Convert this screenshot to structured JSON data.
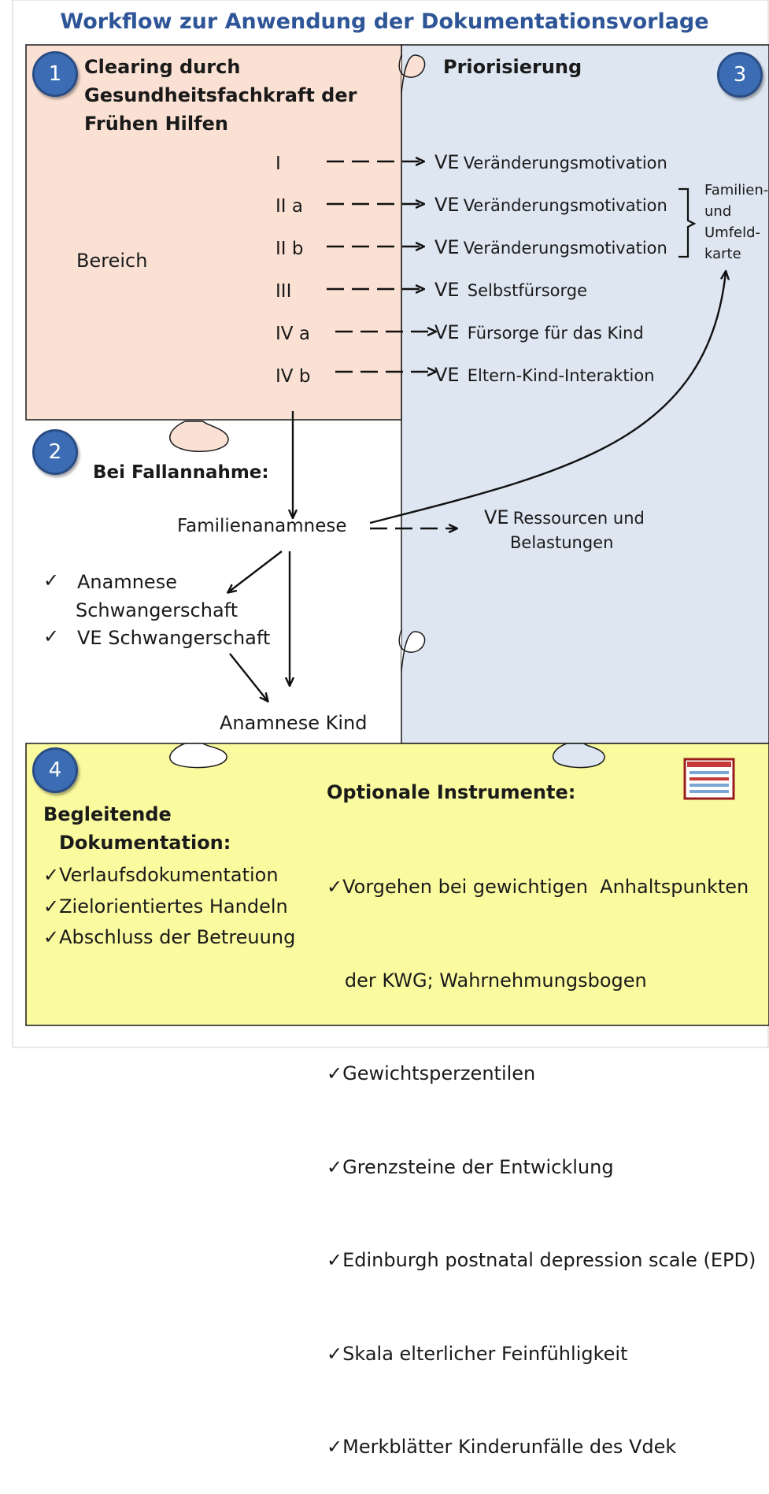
{
  "title": "Workflow zur Anwendung der Dokumentationsvorlage",
  "colors": {
    "panel1": "#fbe1d3",
    "panel3": "#dde6f1",
    "panel4": "#fafa9f",
    "badge": "#3c6db4",
    "title": "#2e5597"
  },
  "section1": {
    "number": "1",
    "heading": [
      "Clearing durch",
      "Gesundheitsfachkraft der",
      "Frühen Hilfen"
    ],
    "bereich_label": "Bereich",
    "areas": [
      "I",
      "II a",
      "II b",
      "III",
      "IV a",
      "IV b"
    ]
  },
  "section3": {
    "number": "3",
    "heading": "Priorisierung",
    "ve": [
      {
        "prefix": "VE",
        "label": "Veränderungsmotivation"
      },
      {
        "prefix": "VE",
        "label": "Veränderungsmotivation"
      },
      {
        "prefix": "VE",
        "label": "Veränderungsmotivation"
      },
      {
        "prefix": "VE",
        "label": "Selbstfürsorge"
      },
      {
        "prefix": "VE",
        "label": "Fürsorge für das Kind"
      },
      {
        "prefix": "VE",
        "label": "Eltern-Kind-Interaktion"
      }
    ],
    "family_card": [
      "Familien-",
      "und",
      "Umfeld-",
      "karte"
    ],
    "resources": {
      "prefix": "VE",
      "line1": "Ressourcen und",
      "line2": "Belastungen"
    }
  },
  "section2": {
    "number": "2",
    "heading": "Bei Fallannahme:",
    "familienanamnese": "Familienanamnese",
    "checks": [
      {
        "mark": "✓",
        "lines": [
          "Anamnese",
          "Schwangerschaft"
        ]
      },
      {
        "mark": "✓",
        "lines": [
          "VE Schwangerschaft"
        ]
      }
    ],
    "anamnese_kind": "Anamnese Kind"
  },
  "section4": {
    "number": "4",
    "begleitend_heading": [
      "Begleitende",
      "Dokumentation:"
    ],
    "begleitend_items": [
      "✓Verlaufsdokumentation",
      "✓Zielorientiertes Handeln",
      "✓Abschluss der Betreuung"
    ],
    "optional_heading": "Optionale Instrumente:",
    "optional_items": [
      "✓Vorgehen bei gewichtigen  Anhaltspunkten",
      "   der KWG; Wahrnehmungsbogen",
      "✓Gewichtsperzentilen",
      "✓Grenzsteine der Entwicklung",
      "✓Edinburgh postnatal depression scale (EPD)",
      "✓Skala elterlicher Feinfühligkeit",
      "✓Merkblätter Kinderunfälle des Vdek"
    ],
    "icon": "document-form-icon"
  }
}
